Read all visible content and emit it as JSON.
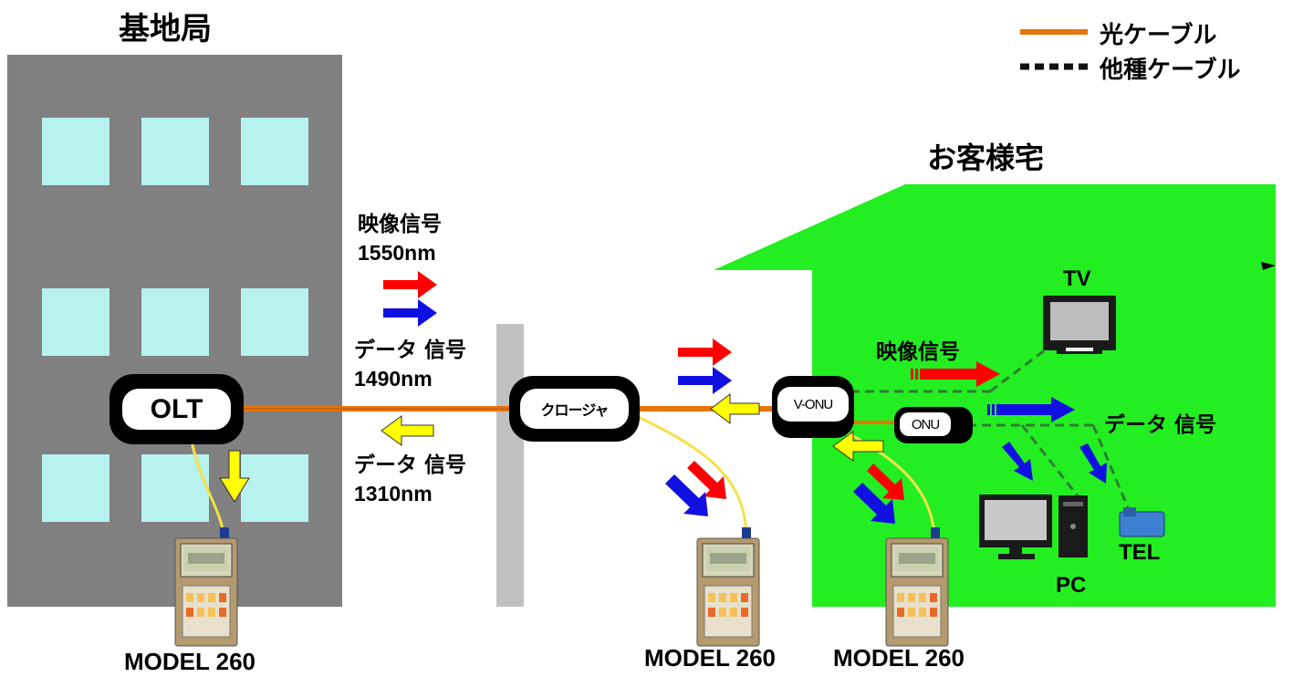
{
  "titles": {
    "station": "基地局",
    "home": "お客様宅"
  },
  "legend": {
    "optical": "光ケーブル",
    "other": "他種ケーブル"
  },
  "devices": {
    "olt": "OLT",
    "closure": "クロージャ",
    "vonu": "V-ONU",
    "onu": "ONU",
    "tv": "TV",
    "pc": "PC",
    "tel": "TEL"
  },
  "signals": {
    "video": "映像信号",
    "video_wl": "1550nm",
    "data": "データ 信号",
    "data_down_wl": "1490nm",
    "data_up_wl": "1310nm",
    "home_video": "映像信号",
    "home_data": "データ 信号"
  },
  "meters": {
    "left": "MODEL 260",
    "middle": "MODEL 260",
    "right": "MODEL 260"
  },
  "colors": {
    "optical_cable": "#E8740C",
    "patch_fiber": "#F2E24A",
    "video_arrow": "#FF0000",
    "data_arrow": "#1010E0",
    "upstream_arrow": "#FFFF00",
    "home": "#22EE22",
    "building": "#808080",
    "window": "#B8F2EE",
    "pole": "#C0C0C0"
  }
}
